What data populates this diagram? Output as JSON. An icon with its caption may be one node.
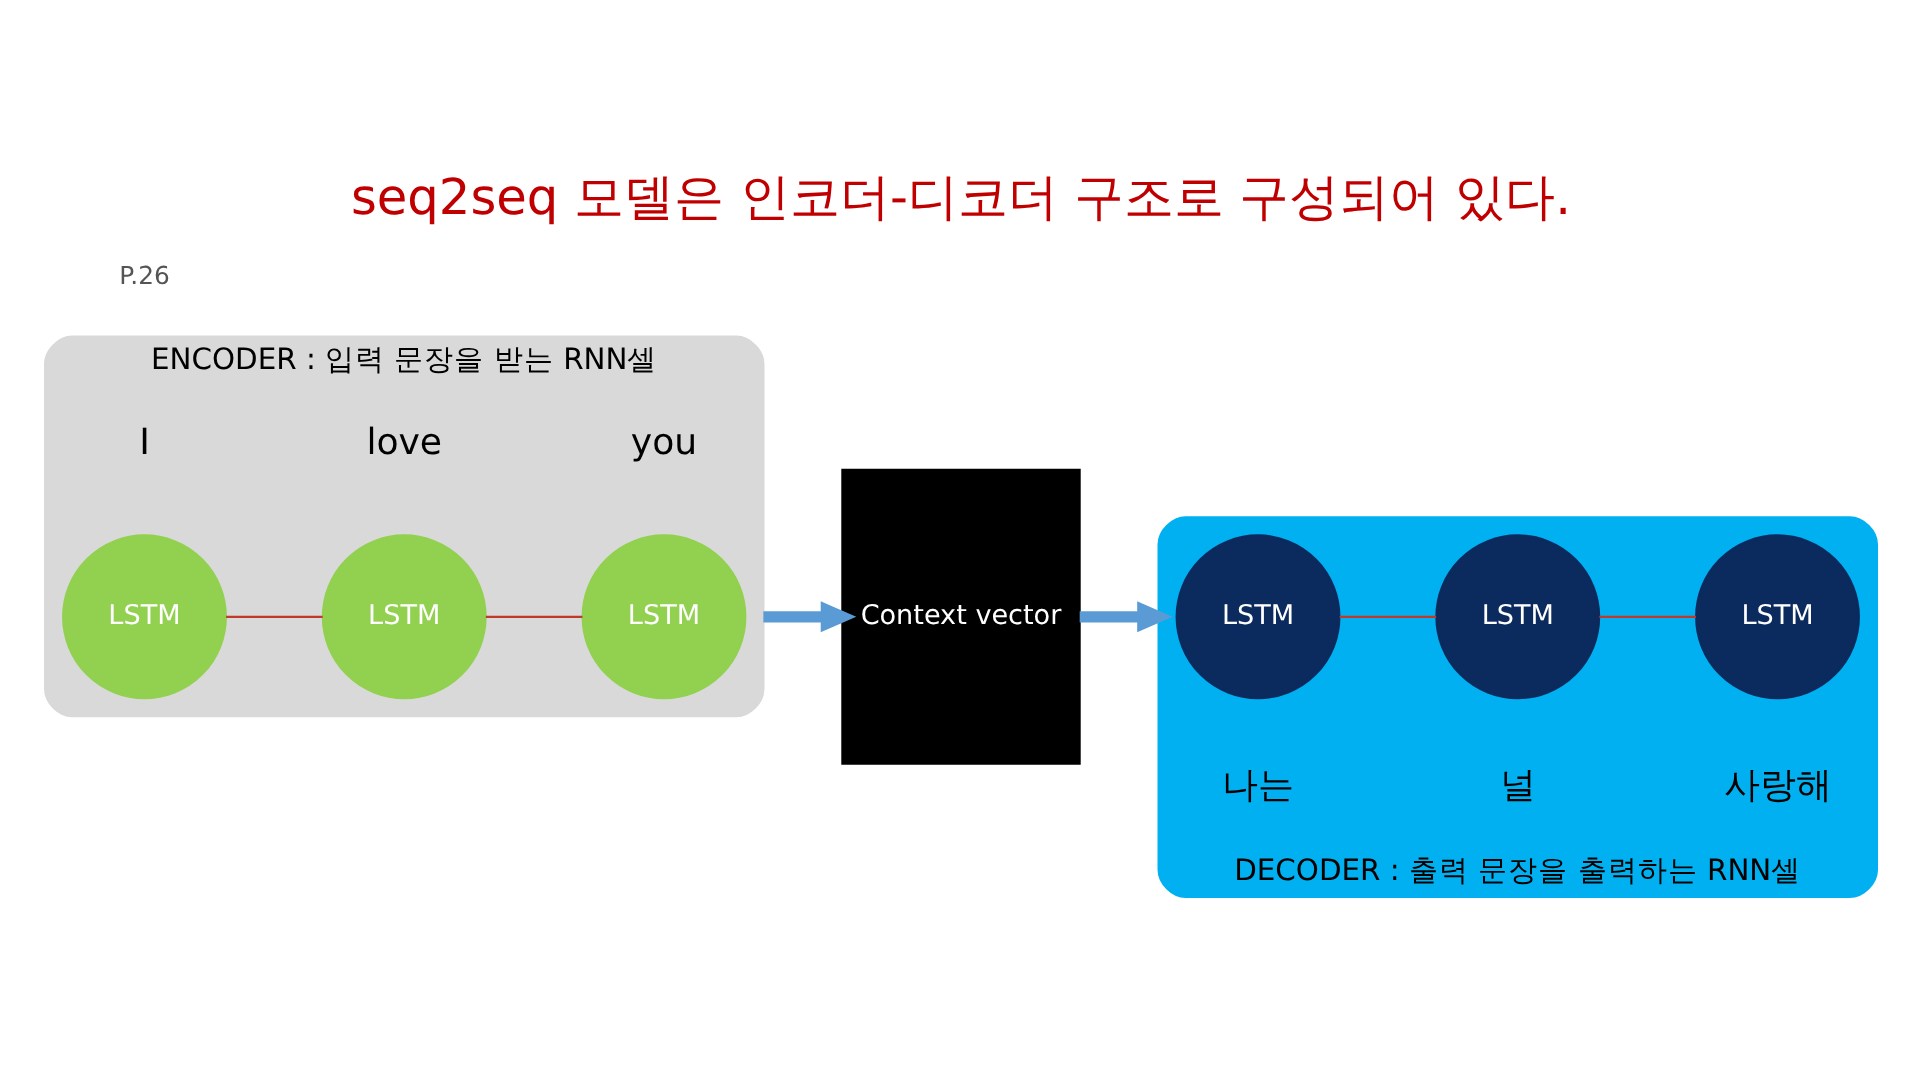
{
  "diagram": {
    "title": "seq2seq 모델은 인코더-디코더 구조로 구성되어 있다.",
    "nodes": [
      {
        "text": [
          "ENCODER : 입력 문장을 받는 RNN셀"
        ]
      },
      {
        "text": [
          "LSTM"
        ],
        "in": 0,
        "beside": [
          "I"
        ]
      },
      {
        "text": [
          "LSTM"
        ],
        "in": 0,
        "beside": [
          "love"
        ]
      },
      {
        "text": [
          "LSTM"
        ],
        "in": 0,
        "beside": [
          "you"
        ]
      },
      {
        "text": [
          "Context vector"
        ]
      },
      {
        "text": [
          "DECODER : 출력 문장을 출력하는 RNN셀"
        ]
      },
      {
        "text": [
          "LSTM"
        ],
        "in": 5,
        "beside": [
          "나는"
        ]
      },
      {
        "text": [
          "LSTM"
        ],
        "in": 5,
        "beside": [
          "널"
        ]
      },
      {
        "text": [
          "LSTM"
        ],
        "in": 5,
        "beside": [
          "사랑해"
        ]
      }
    ],
    "edges": [
      {
        "from": 1,
        "to": 2,
        "arrow": "none"
      },
      {
        "from": 2,
        "to": 3,
        "arrow": "none"
      },
      {
        "from": 0,
        "to": 4,
        "arrow": "to",
        "style": "thick",
        "color": "#5b9bd5"
      },
      {
        "from": 4,
        "to": 5,
        "arrow": "to",
        "style": "thick",
        "color": "#5b9bd5"
      },
      {
        "from": 6,
        "to": 7,
        "arrow": "none"
      },
      {
        "from": 7,
        "to": 8,
        "arrow": "none"
      }
    ],
    "labels": [
      "P.26"
    ]
  }
}
